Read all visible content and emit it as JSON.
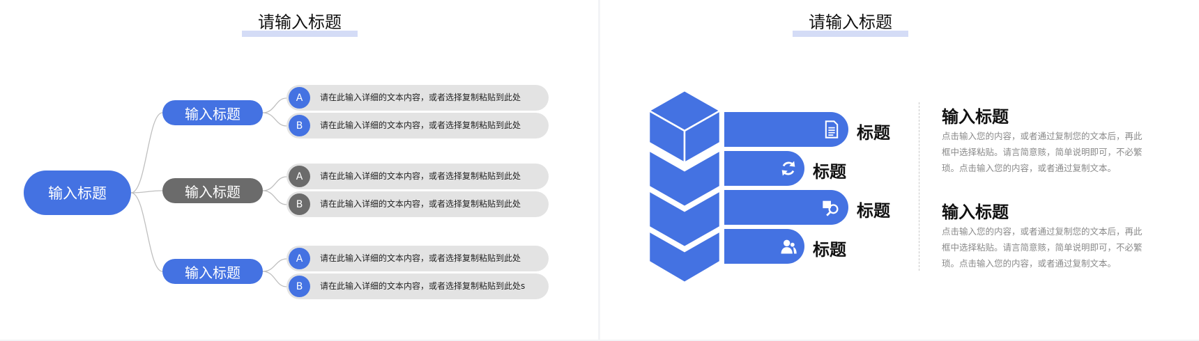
{
  "left_slide": {
    "title": "请输入标题",
    "root": "输入标题",
    "branches": [
      {
        "label": "输入标题",
        "items": [
          {
            "badge": "A",
            "text": "请在此输入详细的文本内容，或者选择复制粘贴到此处"
          },
          {
            "badge": "B",
            "text": "请在此输入详细的文本内容，或者选择复制粘贴到此处"
          }
        ]
      },
      {
        "label": "输入标题",
        "items": [
          {
            "badge": "A",
            "text": "请在此输入详细的文本内容，或者选择复制粘贴到此处"
          },
          {
            "badge": "B",
            "text": "请在此输入详细的文本内容，或者选择复制粘贴到此处"
          }
        ]
      },
      {
        "label": "输入标题",
        "items": [
          {
            "badge": "A",
            "text": "请在此输入详细的文本内容，或者选择复制粘贴到此处"
          },
          {
            "badge": "B",
            "text": "请在此输入详细的文本内容，或者选择复制粘贴到此处s"
          }
        ]
      }
    ]
  },
  "right_slide": {
    "title": "请输入标题",
    "bands": [
      {
        "label": "标题",
        "icon": "document-icon"
      },
      {
        "label": "标题",
        "icon": "refresh-icon"
      },
      {
        "label": "标题",
        "icon": "search-icon"
      },
      {
        "label": "标题",
        "icon": "people-icon"
      }
    ],
    "texts": [
      {
        "heading": "输入标题",
        "body": [
          "点击输入您的内容，或者通过复制您的文本后，再此",
          "框中选择粘贴。请言简意赅，简单说明即可，不必繁",
          "琐。点击输入您的内容，或者通过复制文本。"
        ]
      },
      {
        "heading": "输入标题",
        "body": [
          "点击输入您的内容，或者通过复制您的文本后，再此",
          "框中选择粘贴。请言简意赅，简单说明即可，不必繁",
          "琐。点击输入您的内容，或者通过复制文本。"
        ]
      }
    ]
  },
  "colors": {
    "accent": "#4472e2",
    "gray": "#6b6b6b",
    "leaf": "#e3e3e3",
    "title_bar": "#d4dcf6"
  }
}
